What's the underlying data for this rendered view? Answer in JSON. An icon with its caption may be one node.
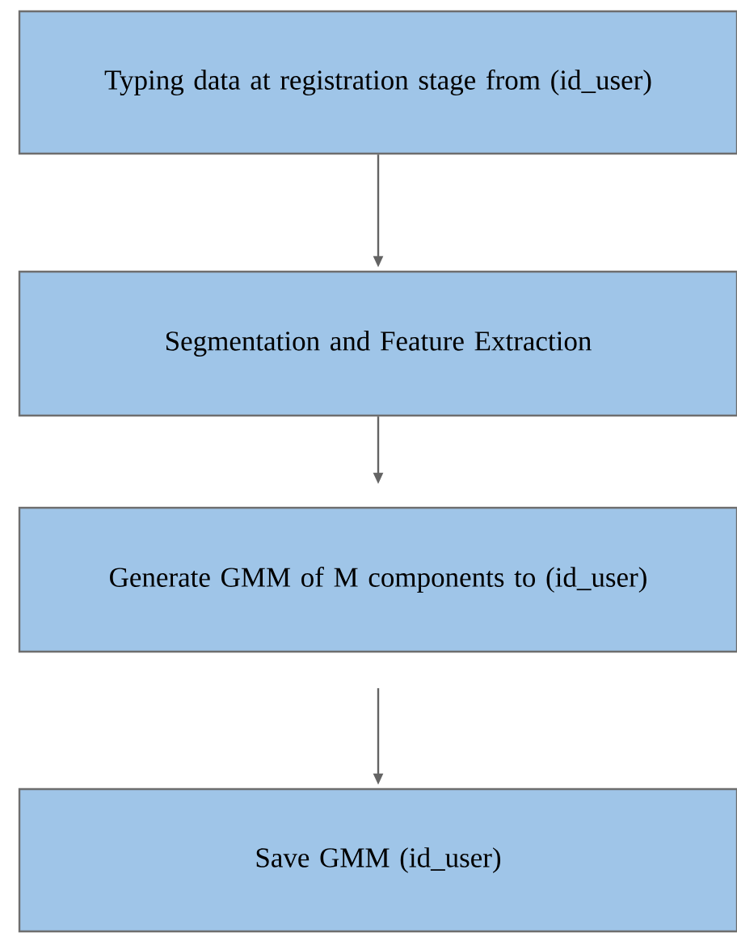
{
  "diagram": {
    "nodes": [
      {
        "text": [
          "Typing data at registration stage from (id_user)"
        ]
      },
      {
        "text": [
          "Segmentation and Feature Extraction"
        ]
      },
      {
        "text": [
          "Generate GMM of M components to (id_user)"
        ]
      },
      {
        "text": [
          "Save GMM (id_user)"
        ]
      }
    ],
    "edges": [
      {
        "from": 0,
        "to": 1,
        "arrow": "to"
      },
      {
        "from": 1,
        "to": 2,
        "arrow": "to"
      },
      {
        "from": 2,
        "to": 3,
        "arrow": "to"
      }
    ]
  }
}
